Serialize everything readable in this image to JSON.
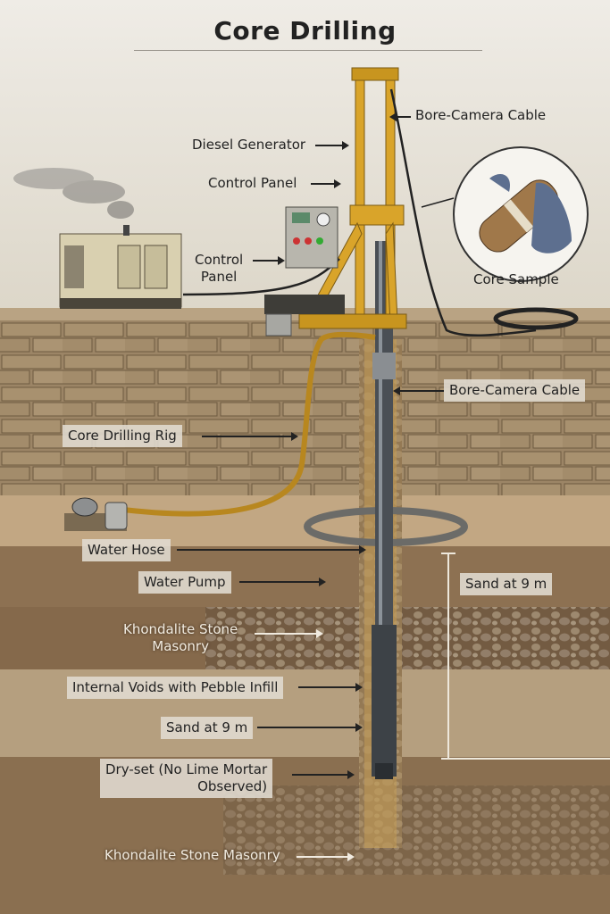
{
  "title": "Core Drilling",
  "labels": {
    "bore_camera_cable_top": "Bore-Camera Cable",
    "diesel_generator": "Diesel Generator",
    "control_panel_top": "Control Panel",
    "control_panel_left_1": "Control",
    "control_panel_left_2": "Panel",
    "core_sample": "Core Sample",
    "bore_camera_cable_mid": "Bore-Camera Cable",
    "core_drilling_rig": "Core Drilling Rig",
    "water_hose": "Water Hose",
    "water_pump": "Water Pump",
    "khondalite_upper_1": "Khondalite Stone",
    "khondalite_upper_2": "Masonry",
    "internal_voids": "Internal Voids with Pebble Infill",
    "sand_left": "Sand at 9 m",
    "dry_set_1": "Dry-set (No Lime Mortar",
    "dry_set_2": "Observed)",
    "khondalite_lower": "Khondalite Stone Masonry",
    "sand_right": "Sand at 9 m"
  },
  "colors": {
    "sky": "#e8e5dd",
    "masonry": "#a08a6a",
    "rig_yellow": "#d9a42a",
    "pipe": "#4a4f55",
    "sand": "#b59f7f"
  }
}
